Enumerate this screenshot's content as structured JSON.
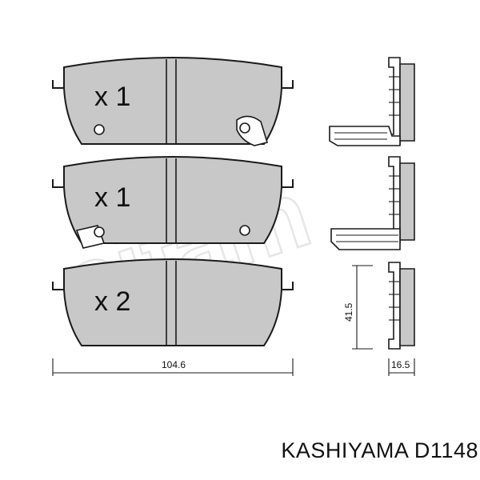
{
  "watermark": "cifam",
  "pads": [
    {
      "quantity": "x 1"
    },
    {
      "quantity": "x 1"
    },
    {
      "quantity": "x 2"
    }
  ],
  "dimensions": {
    "width": "104.6",
    "height": "41.5",
    "thickness": "16.5"
  },
  "caption": "KASHIYAMA D1148"
}
